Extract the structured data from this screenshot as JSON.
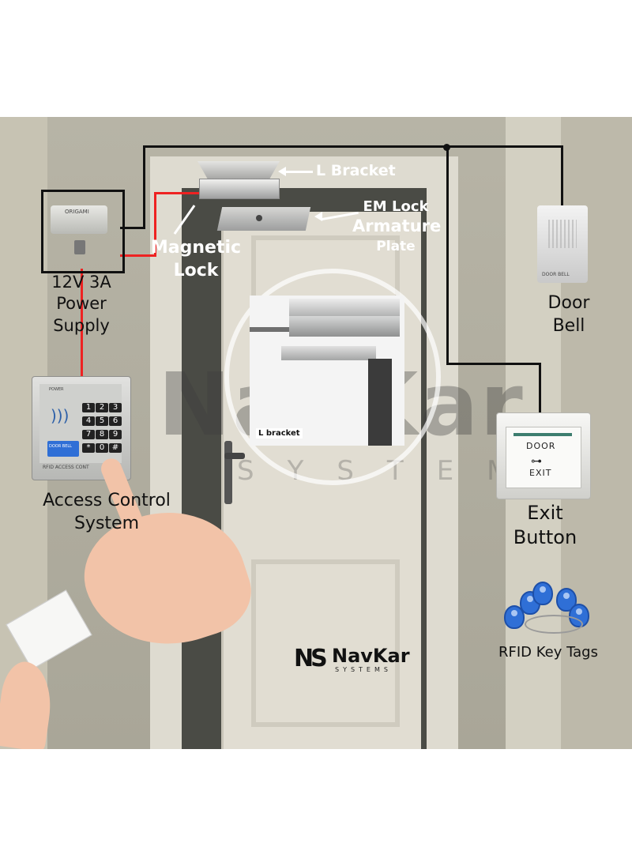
{
  "labels": {
    "l_bracket": "L Bracket",
    "em_lock_line1": "EM Lock",
    "em_lock_line2": "Armature",
    "em_lock_line3": "Plate",
    "magnetic_line1": "Magnetic",
    "magnetic_line2": "Lock",
    "power_line1": "12V 3A",
    "power_line2": "Power",
    "power_line3": "Supply",
    "doorbell_line1": "Door",
    "doorbell_line2": "Bell",
    "access_line1": "Access Control",
    "access_line2": "System",
    "exit_line1": "Exit",
    "exit_line2": "Button",
    "rfid_tags": "RFID Key Tags",
    "inset_caption": "L bracket"
  },
  "device_text": {
    "power_brand": "ORIGAMI",
    "doorbell_text": "DOOR BELL",
    "exit_door": "DOOR",
    "exit_exit": "EXIT",
    "keypad_power": "POWER",
    "keypad_bell": "DOOR BELL",
    "keypad_footer": "RFID ACCESS CONT",
    "keypad_keys": [
      "1",
      "2",
      "3",
      "4",
      "5",
      "6",
      "7",
      "8",
      "9",
      "*",
      "0",
      "#"
    ]
  },
  "brand": {
    "name": "NavKar",
    "sub": "SYSTEMS",
    "watermark": "NavKar",
    "watermark_sub": "SYSTEMS"
  },
  "colors": {
    "wire_black": "#111111",
    "wire_red": "#e22222",
    "tag_blue": "#2f6fd6"
  }
}
